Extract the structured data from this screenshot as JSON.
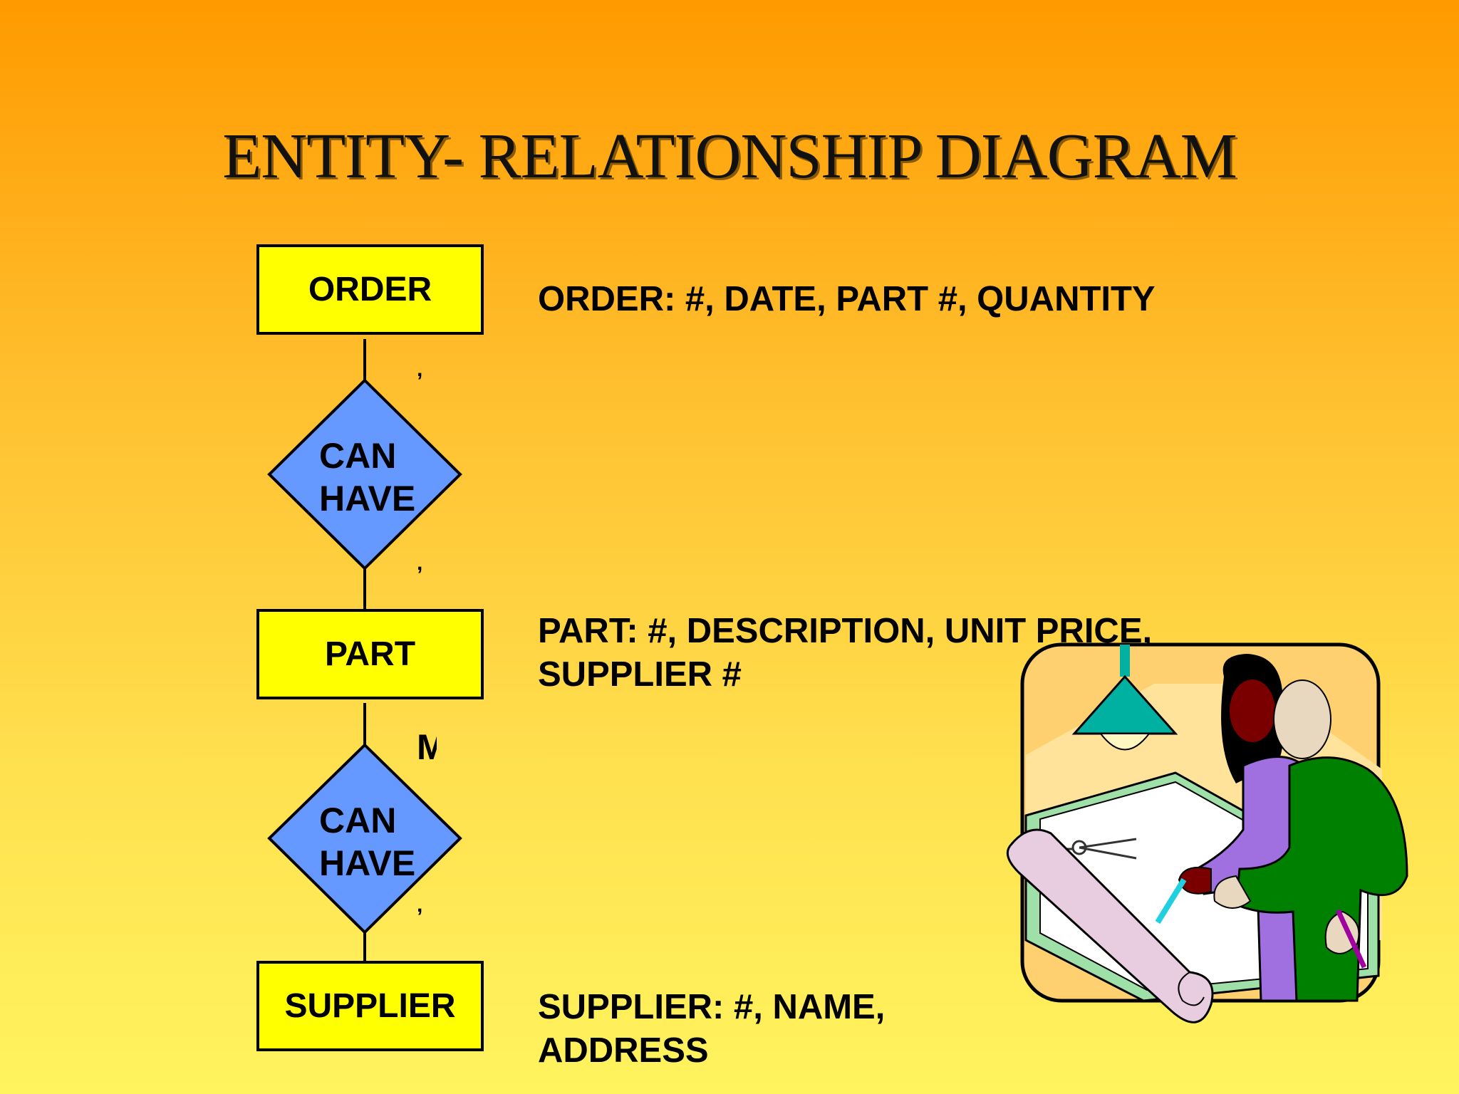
{
  "slide": {
    "title": "ENTITY- RELATIONSHIP DIAGRAM"
  },
  "entities": [
    {
      "name": "ORDER",
      "attributes_line1": "ORDER: #, DATE, PART #, QUANTITY",
      "attributes_line2": ""
    },
    {
      "name": "PART",
      "attributes_line1": "PART: #, DESCRIPTION, UNIT PRICE,",
      "attributes_line2": "SUPPLIER #"
    },
    {
      "name": "SUPPLIER",
      "attributes_line1": "SUPPLIER: #, NAME,",
      "attributes_line2": "ADDRESS"
    }
  ],
  "relationships": [
    {
      "line1": "CAN",
      "line2": "HAVE"
    },
    {
      "line1": "CAN",
      "line2": "HAVE"
    }
  ],
  "cardinality_labels": {
    "mid_m": "M"
  },
  "colors": {
    "entity_fill": "#ffff00",
    "relationship_fill": "#6699ff",
    "background_top": "#ff9a00",
    "background_bottom": "#fff45e"
  },
  "illustration": {
    "icon": "people-reviewing-blueprint-clipart"
  }
}
